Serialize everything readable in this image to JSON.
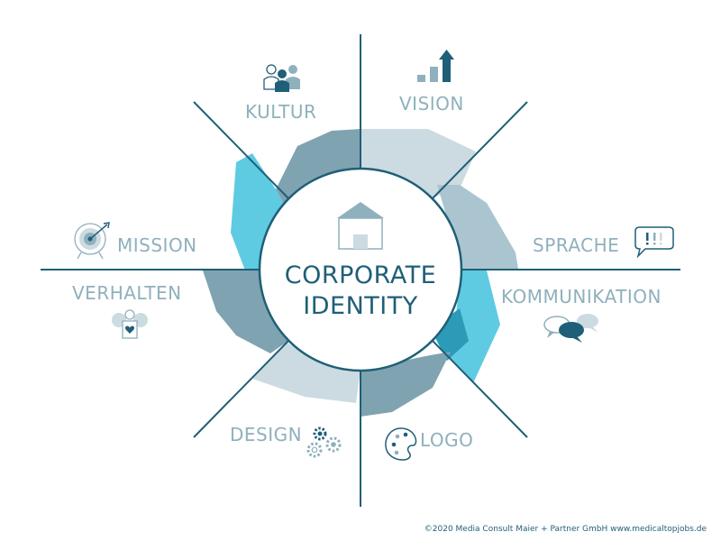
{
  "center": {
    "line1": "CORPORATE",
    "line2": "IDENTITY"
  },
  "segments": {
    "kultur": "KULTUR",
    "vision": "VISION",
    "sprache": "SPRACHE",
    "kommunikation": "KOMMUNIKATION",
    "logo": "LOGO",
    "design": "DESIGN",
    "verhalten": "VERHALTEN",
    "mission": "MISSION"
  },
  "footer": {
    "copyright": "©2020 Media Consult Maier + Partner GmbH  www.medicaltopjobs.de"
  },
  "colors": {
    "dark_teal": "#1f5f77",
    "label": "#8fb0bd",
    "slate": "#7fa3b1",
    "light_slate": "#ccdbe1",
    "cyan": "#5ecbe2",
    "pale": "#aac5cf"
  },
  "icons": {
    "kultur": "people-group-icon",
    "vision": "growth-bar-chart-icon",
    "sprache": "speech-bubble-exclamation-icon",
    "kommunikation": "chat-bubbles-icon",
    "logo": "paint-palette-icon",
    "design": "gears-icon",
    "verhalten": "heart-person-icon",
    "mission": "target-dart-icon",
    "center": "house-icon"
  }
}
